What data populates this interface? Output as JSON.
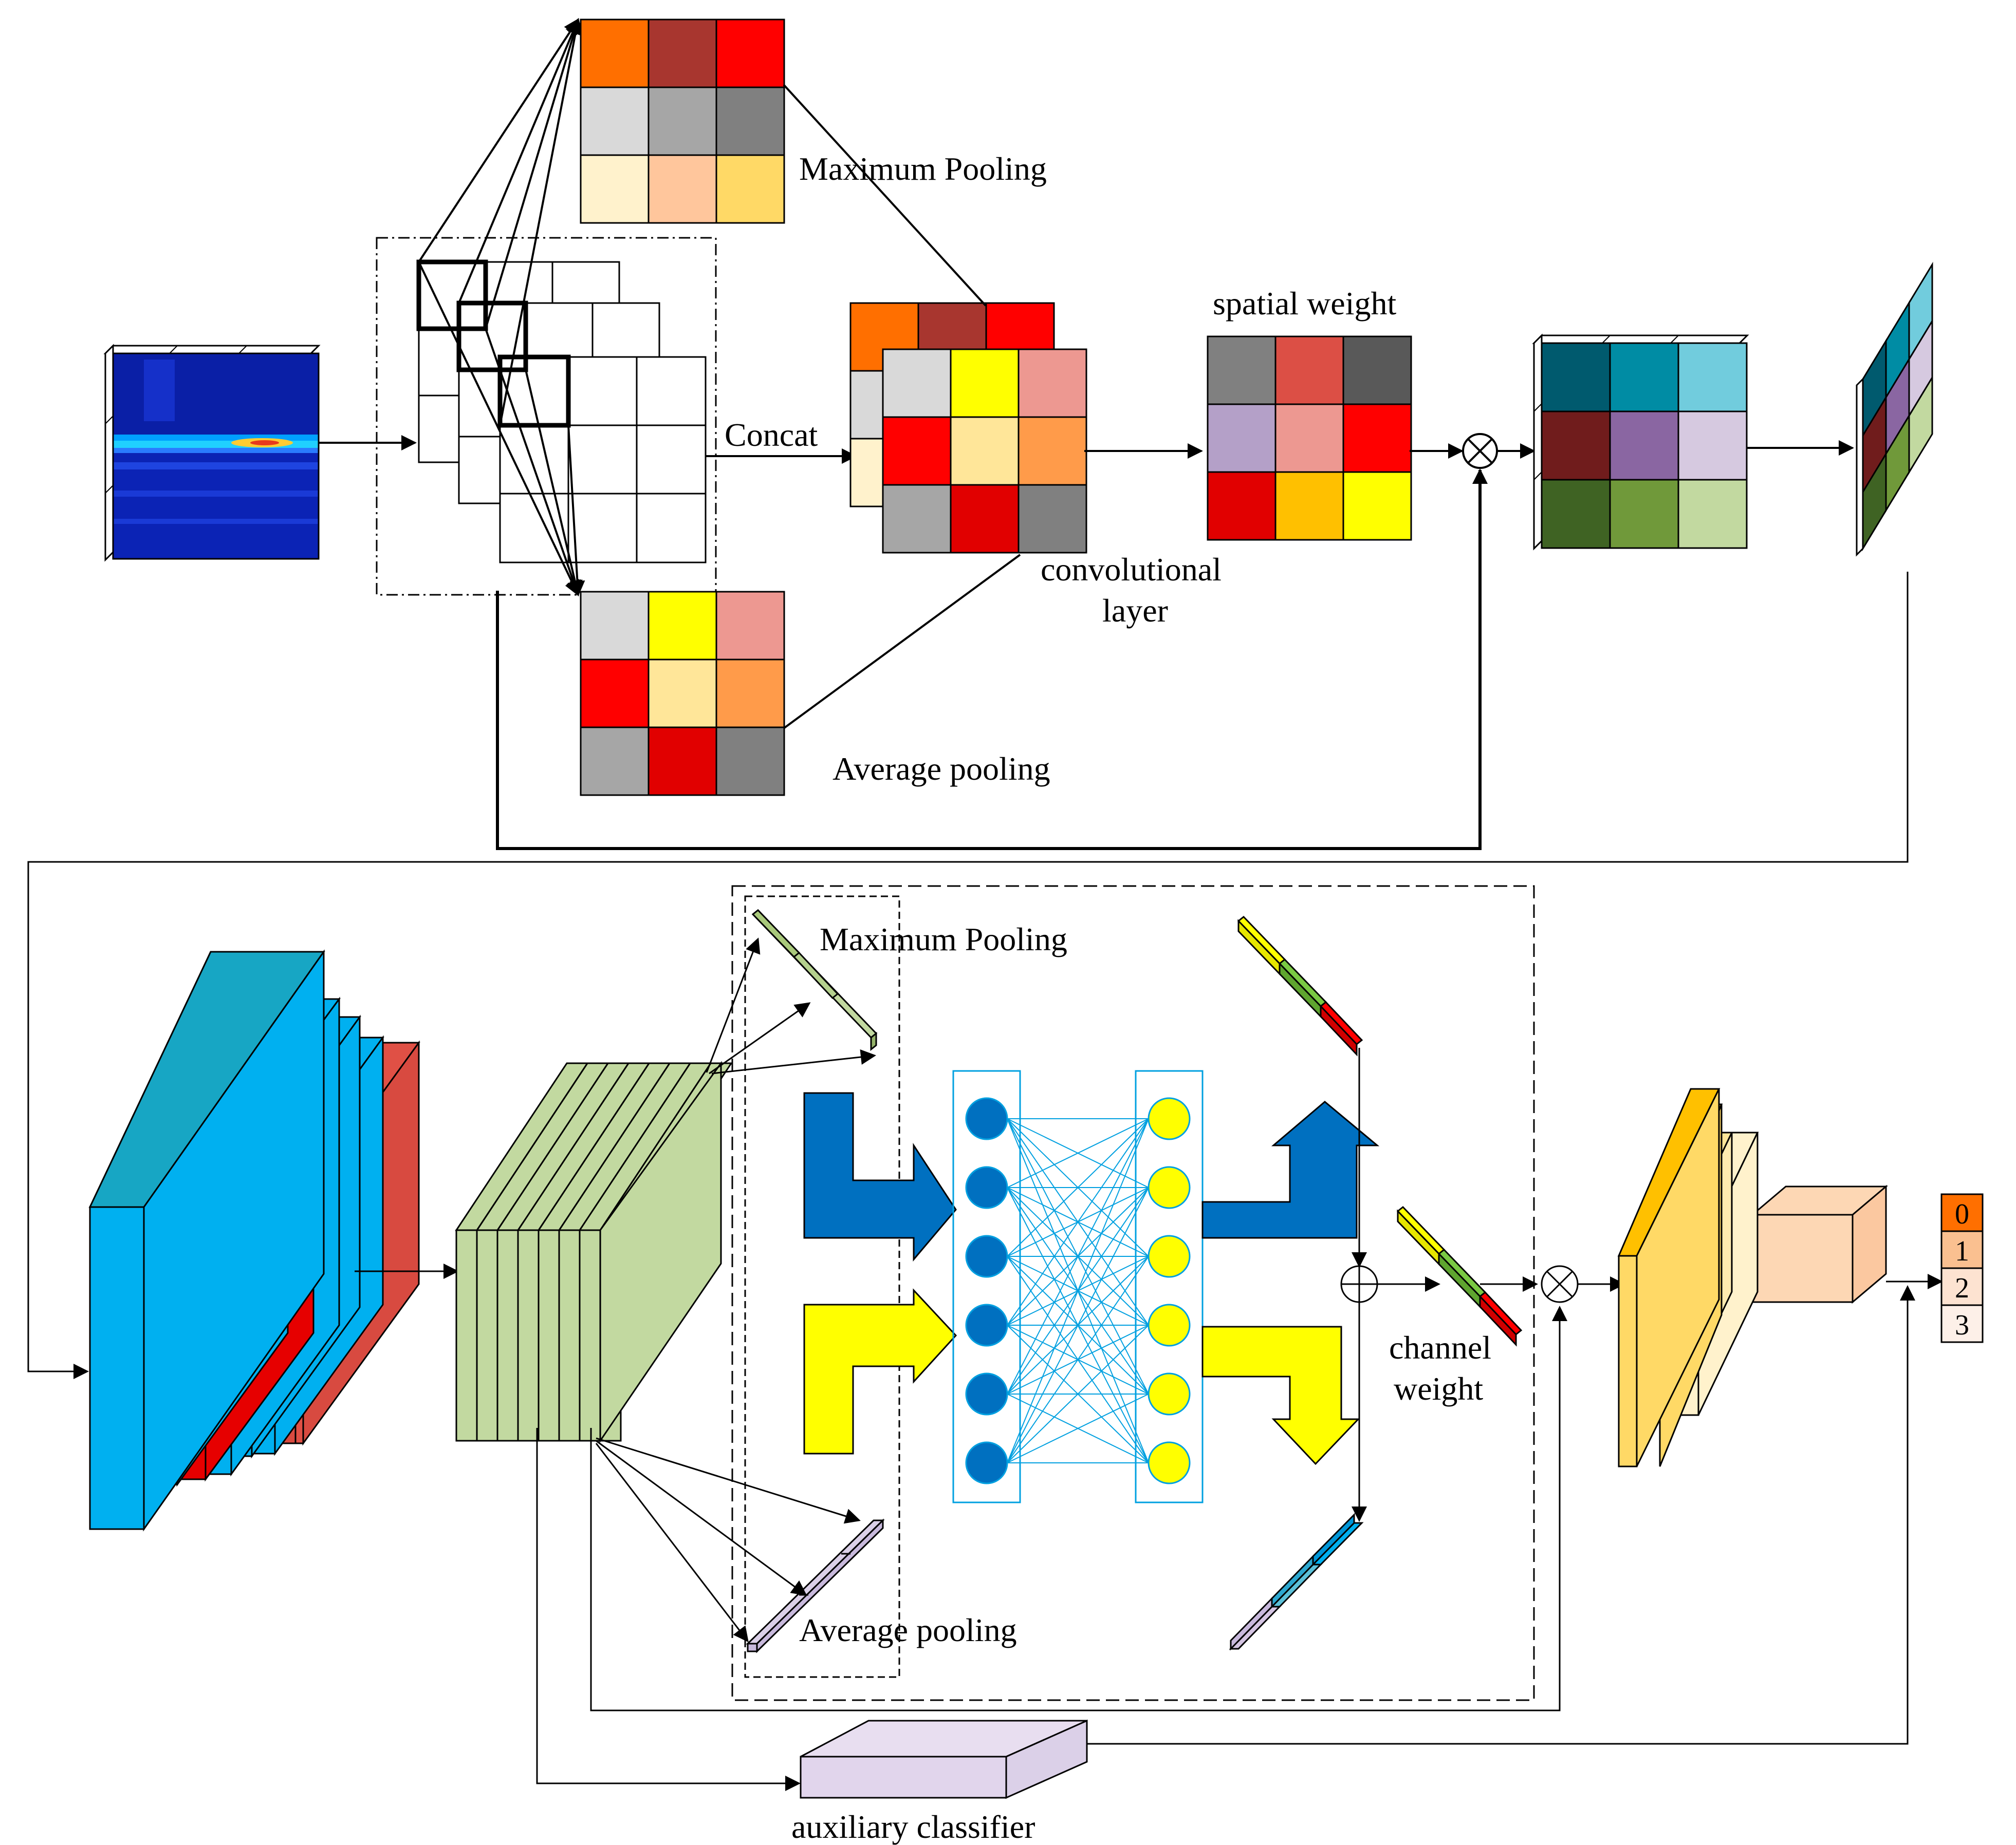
{
  "labels": {
    "max_pooling_top": "Maximum Pooling",
    "concat": "Concat",
    "spatial_weight": "spatial weight",
    "conv_layer_line1": "convolutional",
    "conv_layer_line2": "layer",
    "avg_pooling_top": "Average pooling",
    "max_pooling_bottom": "Maximum Pooling",
    "avg_pooling_bottom": "Average pooling",
    "channel_weight_line1": "channel",
    "channel_weight_line2": "weight",
    "auxiliary_classifier": "auxiliary classifier"
  },
  "classes": [
    "0",
    "1",
    "2",
    "3"
  ],
  "colors": {
    "max_pool_grid": [
      "#FF6F00",
      "#A8362F",
      "#FF0000",
      "#D9D9D9",
      "#A6A6A6",
      "#808080",
      "#FFF2CC",
      "#FFC69C",
      "#FFD966"
    ],
    "avg_pool_grid": [
      "#D9D9D9",
      "#FFFF00",
      "#ED9891",
      "#FF0000",
      "#FFE699",
      "#FF9B4A",
      "#A6A6A6",
      "#E10000",
      "#808080"
    ],
    "spatial_weight_grid": [
      "#808080",
      "#DC4F45",
      "#595959",
      "#B4A0C8",
      "#ED9891",
      "#FF0000",
      "#E10000",
      "#FFC000",
      "#FFFF00"
    ],
    "weighted_grid": [
      "#005A6E",
      "#008CA4",
      "#71CCDD",
      "#701C1C",
      "#8A66A2",
      "#D6C9E0",
      "#3F6323",
      "#70993A",
      "#C2D9A0"
    ],
    "class_cells": [
      "#FF6F00",
      "#FAC090",
      "#FDE3D1",
      "#FDF0E8"
    ]
  }
}
